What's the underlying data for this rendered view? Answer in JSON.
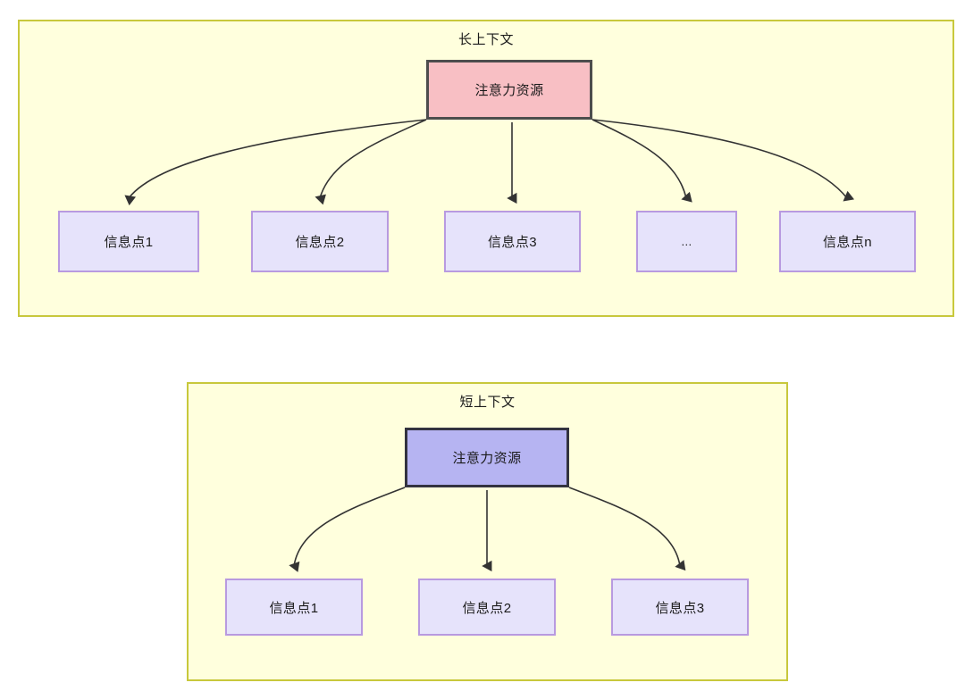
{
  "diagram": {
    "type": "flowchart",
    "background": "#ffffff",
    "panels": [
      {
        "id": "long-context",
        "title": "长上下文",
        "fill": "#ffffdd",
        "border": "#c8c83c",
        "root": {
          "label": "注意力资源",
          "fill": "#f8bfc4",
          "border": "#4d4d4d"
        },
        "leaves": [
          {
            "label": "信息点1"
          },
          {
            "label": "信息点2"
          },
          {
            "label": "信息点3"
          },
          {
            "label": "..."
          },
          {
            "label": "信息点n"
          }
        ],
        "leaf_fill": "#e6e3fb",
        "leaf_border": "#b89ae0",
        "edge_color": "#333333",
        "edge_count": 5
      },
      {
        "id": "short-context",
        "title": "短上下文",
        "fill": "#ffffdd",
        "border": "#c8c83c",
        "root": {
          "label": "注意力资源",
          "fill": "#b6b4f2",
          "border": "#333340"
        },
        "leaves": [
          {
            "label": "信息点1"
          },
          {
            "label": "信息点2"
          },
          {
            "label": "信息点3"
          }
        ],
        "leaf_fill": "#e6e3fb",
        "leaf_border": "#b89ae0",
        "edge_color": "#333333",
        "edge_count": 3
      }
    ]
  }
}
